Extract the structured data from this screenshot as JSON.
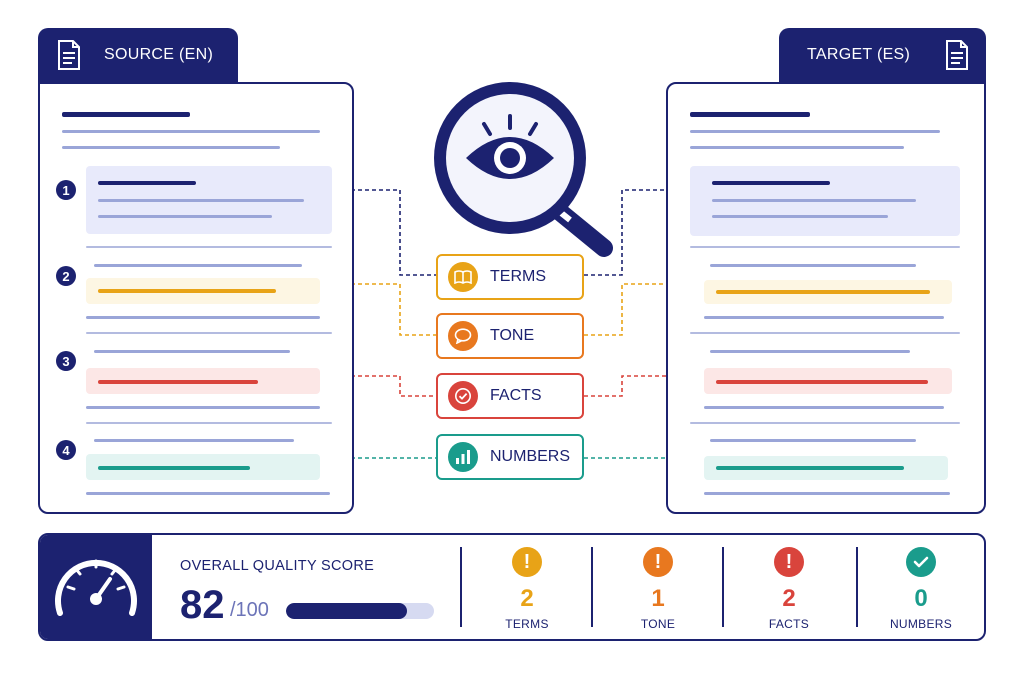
{
  "source": {
    "tab_label": "SOURCE (EN)",
    "icon": "document-icon",
    "markers": [
      "1",
      "2",
      "3",
      "4"
    ]
  },
  "target": {
    "tab_label": "TARGET (ES)",
    "icon": "document-icon"
  },
  "center_icon": "magnifier-eye-icon",
  "categories": [
    {
      "label": "TERMS",
      "icon": "book-icon",
      "color": "#e8a317"
    },
    {
      "label": "TONE",
      "icon": "speech-bubble-icon",
      "color": "#e8781f"
    },
    {
      "label": "FACTS",
      "icon": "check-circle-icon",
      "color": "#d9443c"
    },
    {
      "label": "NUMBERS",
      "icon": "bar-chart-icon",
      "color": "#1a9c8c"
    }
  ],
  "score": {
    "title": "OVERALL QUALITY SCORE",
    "value": "82",
    "max": "/100",
    "fraction": 0.82,
    "gauge_icon": "speedometer-icon"
  },
  "stats": [
    {
      "value": "2",
      "label": "TERMS",
      "icon": "exclamation-icon",
      "color": "#e8a317"
    },
    {
      "value": "1",
      "label": "TONE",
      "icon": "exclamation-icon",
      "color": "#e8781f"
    },
    {
      "value": "2",
      "label": "FACTS",
      "icon": "exclamation-icon",
      "color": "#d9443c"
    },
    {
      "value": "0",
      "label": "NUMBERS",
      "icon": "check-icon",
      "color": "#1a9c8c"
    }
  ],
  "colors": {
    "navy": "#1c2270",
    "terms": "#e8a317",
    "tone": "#e8781f",
    "facts": "#d9443c",
    "numbers": "#1a9c8c"
  }
}
